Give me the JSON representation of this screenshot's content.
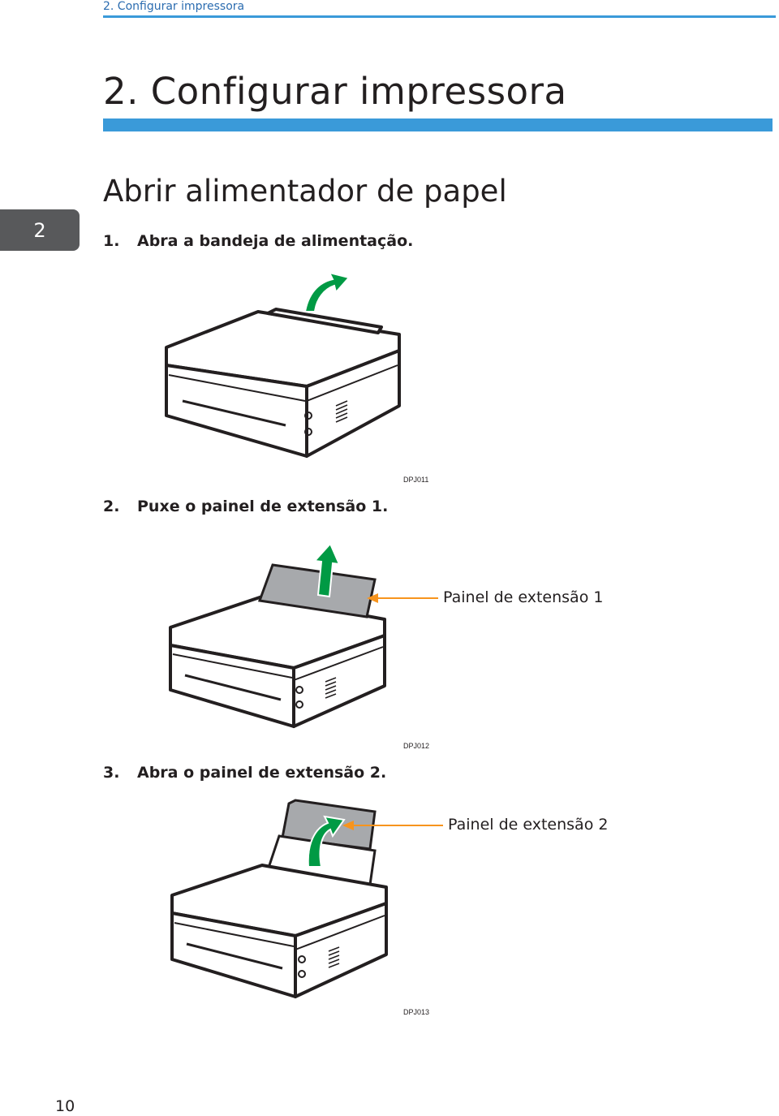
{
  "header": {
    "running_title": "2. Configurar impressora"
  },
  "chapter": {
    "title": "2. Configurar impressora",
    "tab_number": "2"
  },
  "section": {
    "title": "Abrir alimentador de papel"
  },
  "steps": [
    {
      "number": "1.",
      "text": "Abra a bandeja de alimentação.",
      "figure_code": "DPJ011"
    },
    {
      "number": "2.",
      "text": "Puxe o painel de extensão 1.",
      "figure_code": "DPJ012",
      "callout": "Painel de extensão 1"
    },
    {
      "number": "3.",
      "text": "Abra o painel de extensão 2.",
      "figure_code": "DPJ013",
      "callout": "Painel de extensão 2"
    }
  ],
  "footer": {
    "page_number": "10"
  },
  "colors": {
    "accent_blue": "#3a9ad9",
    "tab_gray": "#58595b",
    "arrow_green": "#009a44",
    "callout_orange": "#f7941d",
    "panel_gray": "#a7a9ac"
  }
}
